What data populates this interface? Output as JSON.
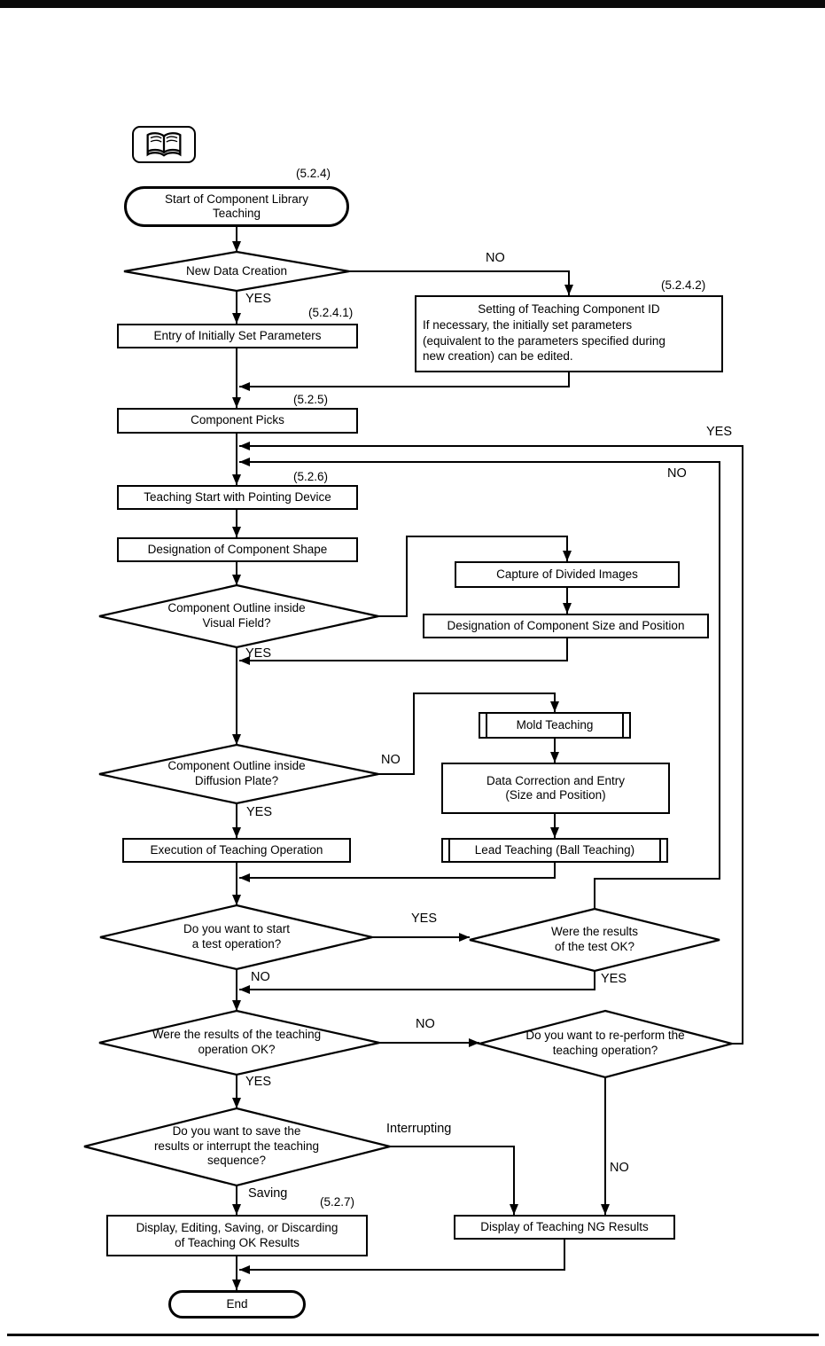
{
  "icon": {
    "name": "open-book-icon"
  },
  "nodes": {
    "start": {
      "ref": "(5.2.4)",
      "label": "Start of Component Library\nTeaching"
    },
    "new_data": {
      "label": "New Data Creation"
    },
    "setting_id": {
      "ref": "(5.2.4.2)",
      "title": "Setting of Teaching Component ID",
      "body": "If necessary, the initially set parameters\n(equivalent to the parameters specified during\nnew creation) can be edited."
    },
    "entry_params": {
      "ref": "(5.2.4.1)",
      "label": "Entry of Initially Set Parameters"
    },
    "component_picks": {
      "ref": "(5.2.5)",
      "label": "Component Picks"
    },
    "teaching_start": {
      "ref": "(5.2.6)",
      "label": "Teaching Start with Pointing Device"
    },
    "designation_shape": {
      "label": "Designation of Component Shape"
    },
    "visual_field": {
      "label": "Component Outline inside\nVisual Field?"
    },
    "capture_divided": {
      "label": "Capture of Divided Images"
    },
    "designation_size": {
      "label": "Designation of Component Size and Position"
    },
    "diffusion_plate": {
      "label": "Component Outline inside\nDiffusion Plate?"
    },
    "mold_teaching": {
      "label": "Mold Teaching"
    },
    "data_correction": {
      "label": "Data Correction and Entry\n(Size and Position)"
    },
    "execution": {
      "label": "Execution of Teaching Operation"
    },
    "lead_teaching": {
      "label": "Lead Teaching (Ball Teaching)"
    },
    "start_test": {
      "label": "Do you want to start\na test operation?"
    },
    "test_ok": {
      "label": "Were the results\nof the test OK?"
    },
    "teaching_ok": {
      "label": "Were the results of the teaching\noperation OK?"
    },
    "reperform": {
      "label": "Do you want to re-perform the\nteaching operation?"
    },
    "save_interrupt": {
      "label": "Do you want to save the\nresults or interrupt the teaching\nsequence?"
    },
    "display_ok": {
      "ref": "(5.2.7)",
      "label": "Display, Editing, Saving, or Discarding\nof Teaching OK Results"
    },
    "display_ng": {
      "label": "Display of Teaching NG Results"
    },
    "end": {
      "label": "End"
    }
  },
  "edge_labels": {
    "new_data_no": "NO",
    "new_data_yes": "YES",
    "loop_yes": "YES",
    "loop_no": "NO",
    "visual_field_yes": "YES",
    "diffusion_no": "NO",
    "diffusion_yes": "YES",
    "start_test_yes": "YES",
    "start_test_no": "NO",
    "test_ok_yes": "YES",
    "teaching_ok_no": "NO",
    "teaching_ok_yes": "YES",
    "reperform_no": "NO",
    "save_interrupting": "Interrupting",
    "save_saving": "Saving"
  },
  "colors": {
    "ink": "#000000",
    "paper": "#ffffff"
  }
}
